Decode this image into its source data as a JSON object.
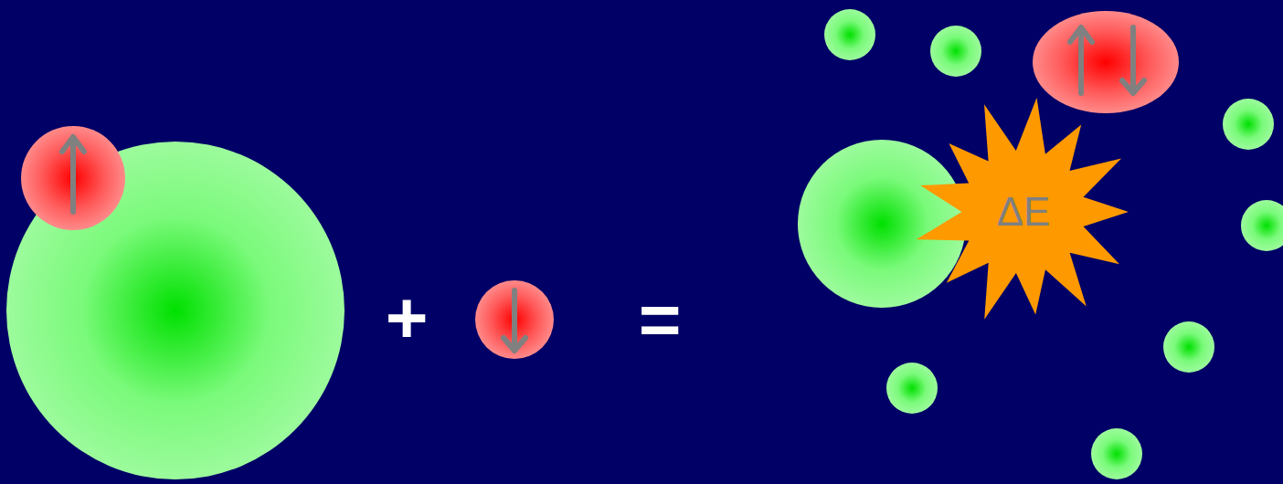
{
  "diagram": {
    "nodes": [
      {
        "text": [
          "ΔE"
        ]
      }
    ],
    "labels": [
      "+",
      "="
    ]
  }
}
